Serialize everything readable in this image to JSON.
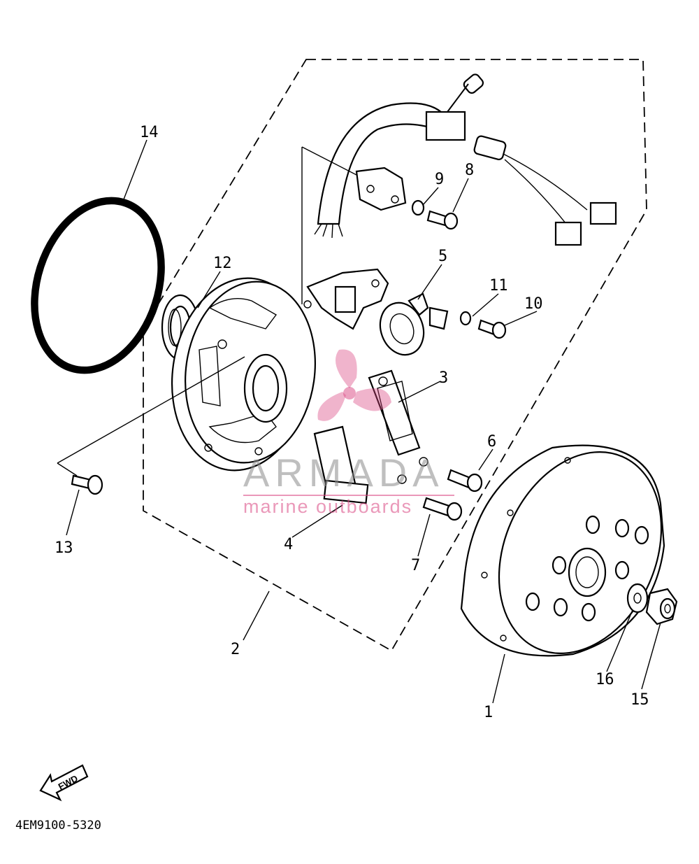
{
  "diagram": {
    "part_code": "4EM9100-5320",
    "fwd_label": "FWD",
    "watermark": {
      "brand": "ARMADA",
      "tagline": "marine outboards",
      "color": "#d9437f"
    },
    "callouts": [
      {
        "id": "1",
        "label": "1"
      },
      {
        "id": "2",
        "label": "2"
      },
      {
        "id": "3",
        "label": "3"
      },
      {
        "id": "4",
        "label": "4"
      },
      {
        "id": "5",
        "label": "5"
      },
      {
        "id": "6",
        "label": "6"
      },
      {
        "id": "7",
        "label": "7"
      },
      {
        "id": "8",
        "label": "8"
      },
      {
        "id": "9",
        "label": "9"
      },
      {
        "id": "10",
        "label": "10"
      },
      {
        "id": "11",
        "label": "11"
      },
      {
        "id": "12",
        "label": "12"
      },
      {
        "id": "13",
        "label": "13"
      },
      {
        "id": "14",
        "label": "14"
      },
      {
        "id": "15",
        "label": "15"
      },
      {
        "id": "16",
        "label": "16"
      }
    ]
  }
}
